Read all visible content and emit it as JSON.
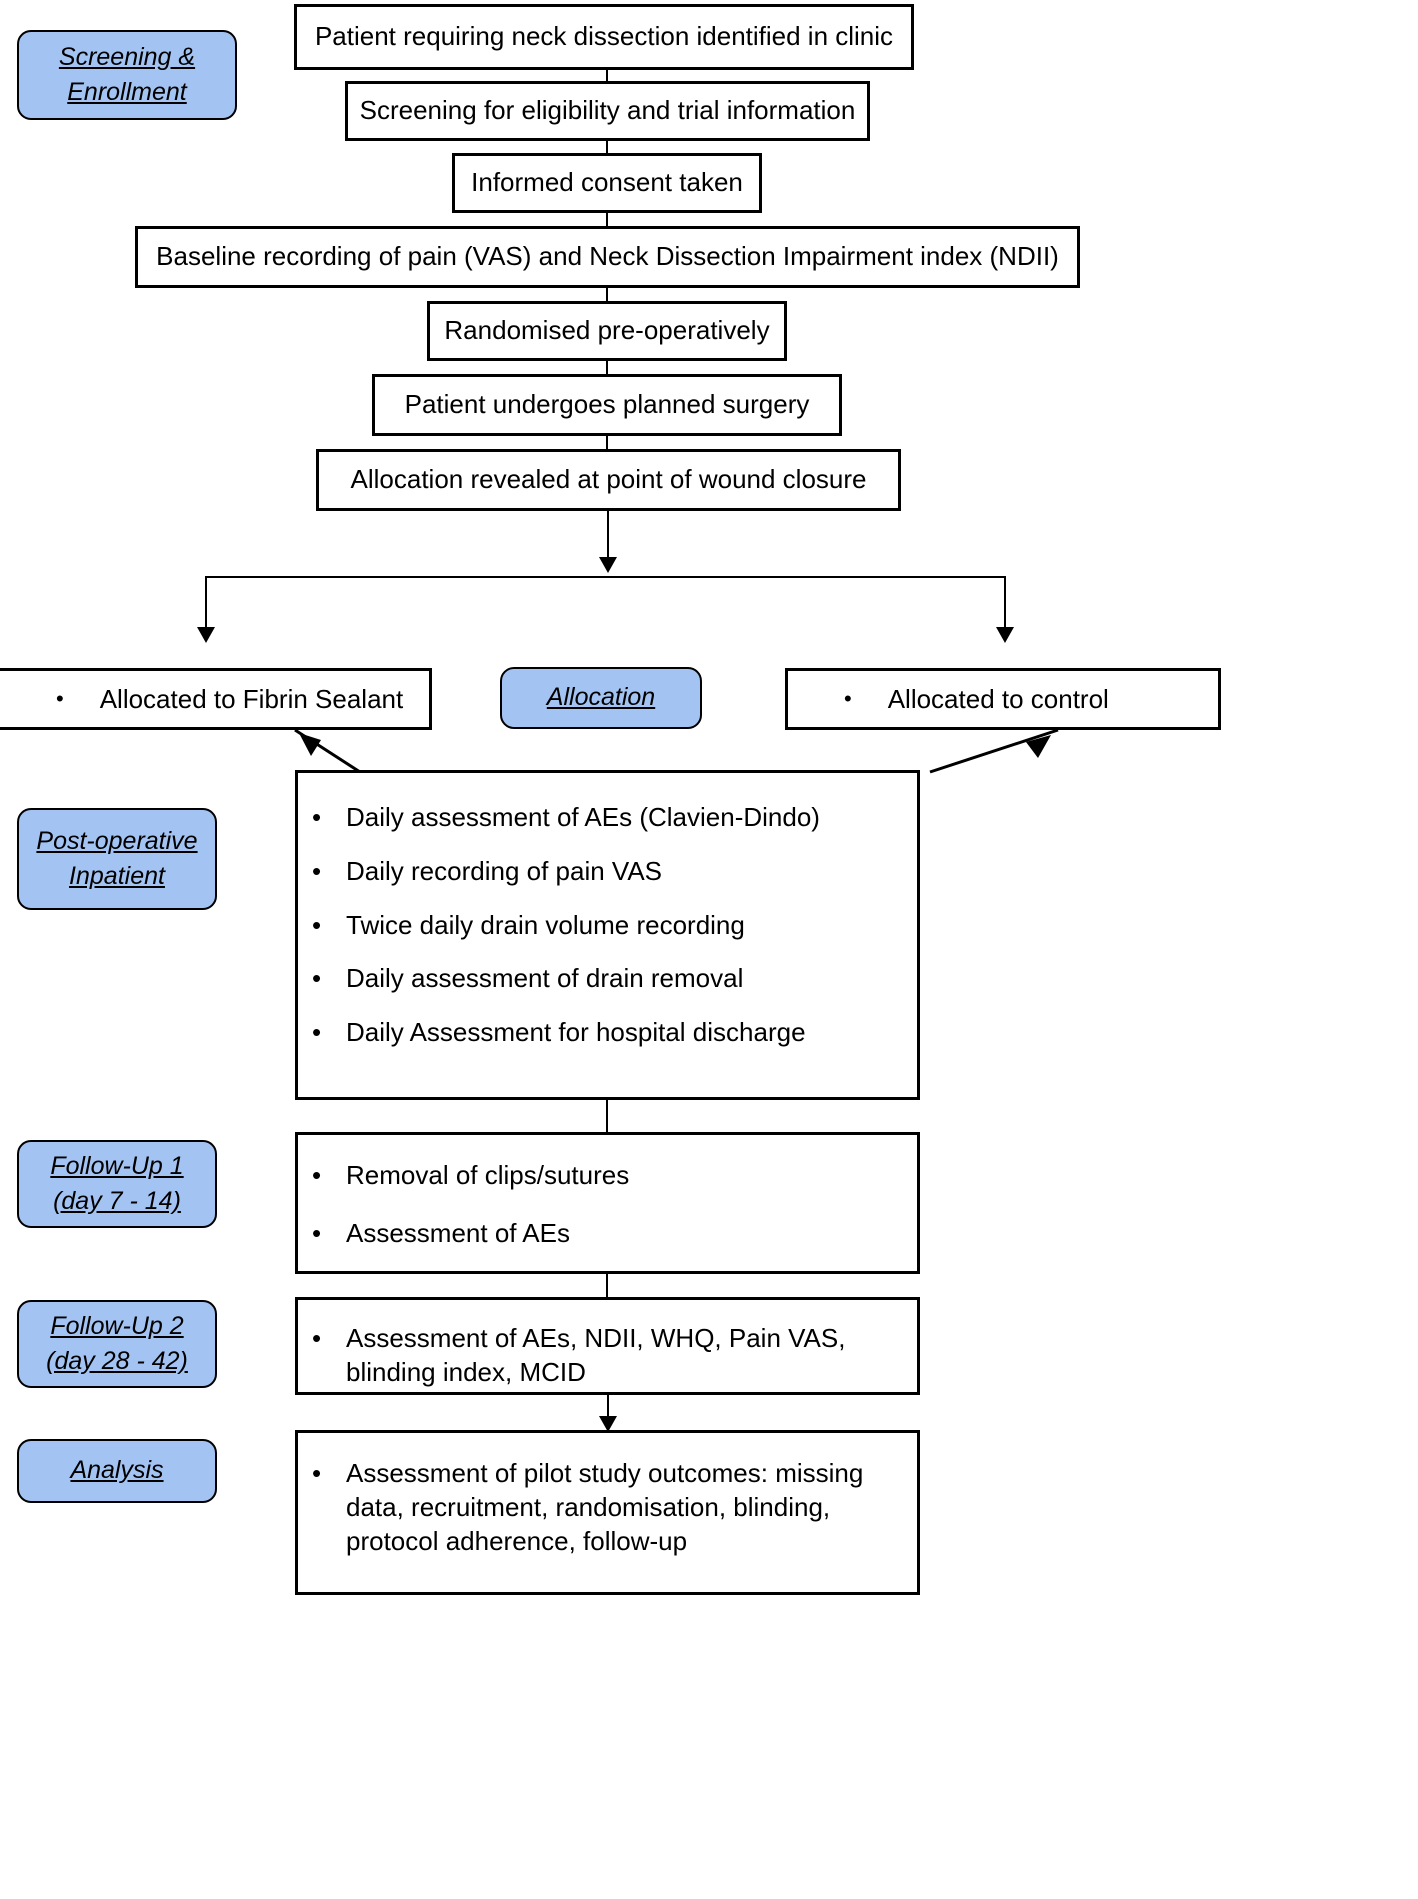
{
  "title": "Neck dissection fibrin sealant pilot trial flow diagram",
  "stages": [
    {
      "id": "screening",
      "lines": [
        "Screening &",
        "Enrollment"
      ]
    },
    {
      "id": "allocation",
      "lines": [
        "Allocation"
      ]
    },
    {
      "id": "post-operative-inpatient",
      "lines": [
        "Post-operative",
        "Inpatient"
      ]
    },
    {
      "id": "follow-up-1",
      "lines": [
        "Follow-Up 1",
        "(day 7 - 14)"
      ]
    },
    {
      "id": "follow-up-2",
      "lines": [
        "Follow-Up 2",
        "(day 28 - 42)"
      ]
    },
    {
      "id": "analysis",
      "lines": [
        "Analysis"
      ]
    }
  ],
  "steps": [
    {
      "id": "identified",
      "text": "Patient requiring neck dissection identified in clinic"
    },
    {
      "id": "screening-eligibility",
      "text": "Screening for eligibility and trial information"
    },
    {
      "id": "informed-consent",
      "text": "Informed consent taken"
    },
    {
      "id": "baseline-recording",
      "text": "Baseline recording of pain (VAS) and Neck Dissection Impairment index (NDII)"
    },
    {
      "id": "randomised",
      "text": "Randomised pre-operatively"
    },
    {
      "id": "surgery",
      "text": "Patient undergoes planned surgery"
    },
    {
      "id": "allocation-revealed",
      "text": "Allocation revealed at point of wound closure"
    }
  ],
  "arms": {
    "left": {
      "id": "fibrin-sealant",
      "bullet": "•",
      "text": "Allocated to Fibrin Sealant"
    },
    "right": {
      "id": "control",
      "bullet": "•",
      "text": "Allocated to control"
    }
  },
  "panels": {
    "post_operative": {
      "id": "post-operative-inpatient-panel",
      "bullet": "•",
      "items": [
        "Daily assessment of AEs (Clavien-Dindo)",
        "Daily recording of pain VAS",
        "Twice daily drain volume recording",
        "Daily assessment of drain removal",
        "Daily Assessment for hospital discharge"
      ]
    },
    "follow_up_1": {
      "id": "follow-up-1-panel",
      "bullet": "•",
      "items": [
        "Removal of clips/sutures",
        "Assessment of AEs"
      ]
    },
    "follow_up_2": {
      "id": "follow-up-2-panel",
      "bullet": "•",
      "items": [
        "Assessment of AEs, NDII, WHQ, Pain VAS, blinding index, MCID"
      ]
    },
    "analysis": {
      "id": "analysis-panel",
      "bullet": "•",
      "items": [
        "Assessment of pilot study outcomes: missing data, recruitment, randomisation, blinding, protocol adherence, follow-up"
      ]
    }
  },
  "colors": {
    "stage_fill": "#A3C4F3",
    "stroke": "#000000",
    "box_fill": "#FFFFFF"
  }
}
